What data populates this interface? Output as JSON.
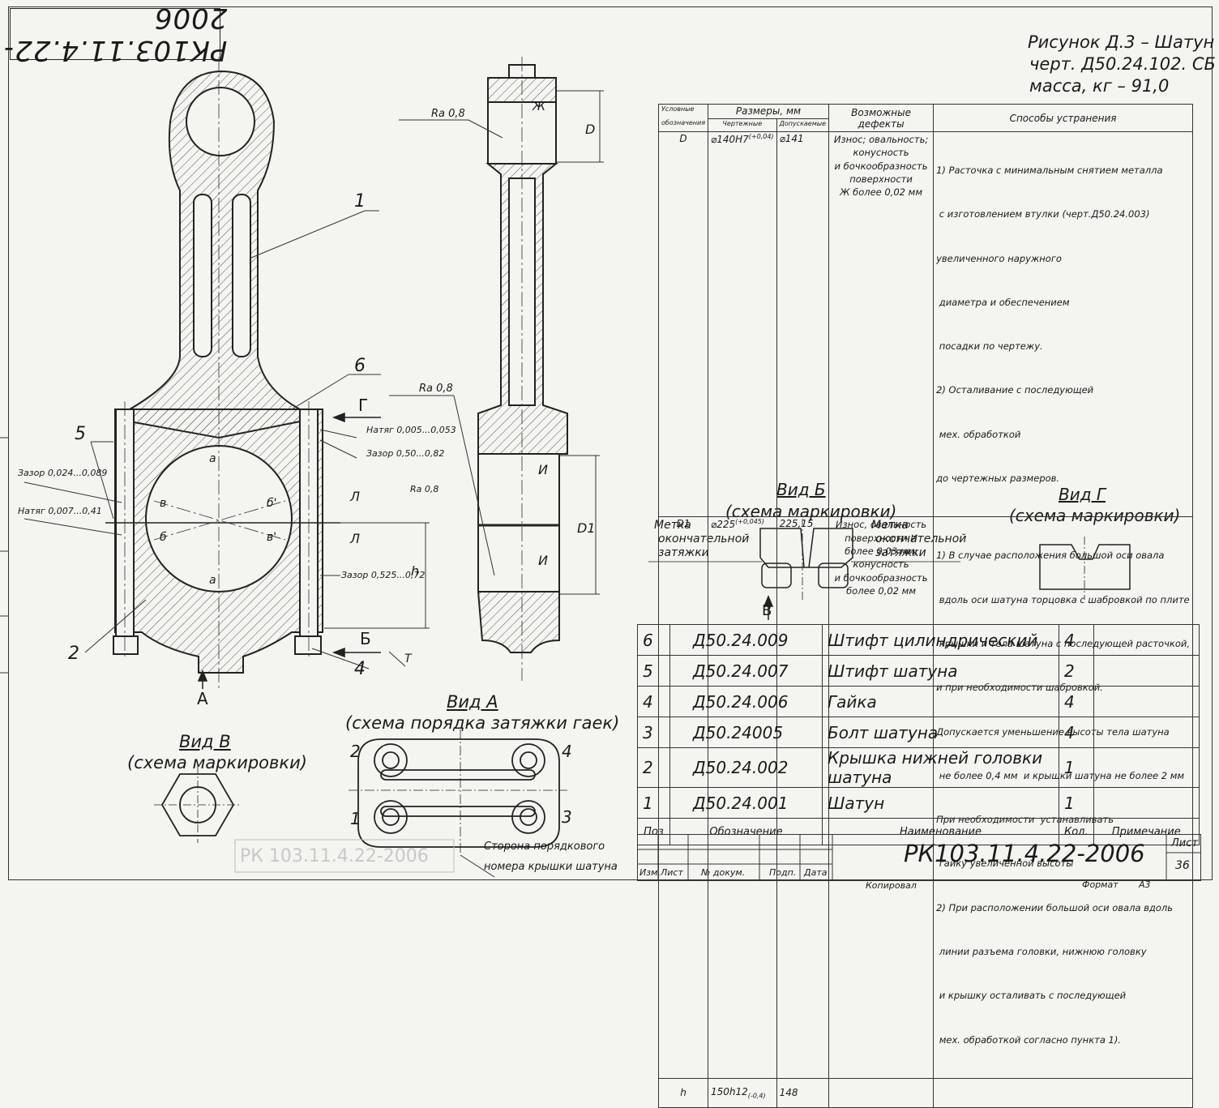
{
  "stamp_code": "РК103.11.4.22-2006",
  "figure": {
    "line1": "Рисунок Д.3 – Шатун",
    "line2": "черт. Д50.24.102. СБ",
    "line3": "масса, кг – 91,0"
  },
  "defects_table": {
    "headers": {
      "designation_line1": "Условные",
      "designation_line2": "обозначения",
      "dimensions": "Размеры, мм",
      "drawing": "Чертежные",
      "allowed": "Допускаемые",
      "defects": "Возможные дефекты",
      "remedies": "Способы устранения"
    },
    "rows": [
      {
        "designation": "D",
        "drawing": "⌀140H7",
        "drawing_tol": "(+0,04)",
        "allowed": "⌀141",
        "defects": [
          "Износ; овальность;",
          "конусность",
          "и бочкообразность",
          "поверхности",
          "Ж более 0,02 мм"
        ],
        "remedies": [
          "1) Расточка с минимальным снятием металла",
          " с изготовлением втулки (черт.Д50.24.003)",
          "увеличенного наружного",
          " диаметра и обеспечением",
          " посадки по чертежу.",
          "2) Осталивание с последующей",
          " мех. обработкой",
          "до чертежных размеров."
        ]
      },
      {
        "designation": "D1",
        "drawing": "⌀225",
        "drawing_tol": "(+0,045)",
        "allowed": "225,15",
        "defects": [
          "Износ, овальность",
          "поверхности И",
          "более 0,03 мм;",
          "конусность",
          "и бочкообразность",
          "более 0,02 мм"
        ],
        "remedies": [
          "1) В случае расположения большой оси овала",
          " вдоль оси шатуна торцовка с шабровкой по плите",
          " крышки и тела шатуна с последующей расточкой,",
          "и при необходимости шабровкой.",
          "Допускается уменьшение высоты тела шатуна",
          " не более 0,4 мм  и крышки шатуна не более 2 мм",
          "При необходимости  устанавливать",
          " гайку увеличенной высоты",
          "2) При расположении большой оси овала вдоль",
          " линии разъема головки, нижнюю головку",
          " и крышку осталивать с последующей",
          " мех. обработкой согласно пункта 1)."
        ]
      },
      {
        "designation": "h",
        "drawing": "150h12",
        "drawing_tol": "(-0,4)",
        "allowed": "148",
        "defects": [],
        "remedies": []
      }
    ]
  },
  "parts_table": {
    "rows": [
      {
        "pos": "6",
        "code": "Д50.24.009",
        "name": "Штифт цилиндрический",
        "qty": "4",
        "note": ""
      },
      {
        "pos": "5",
        "code": "Д50.24.007",
        "name": "Штифт шатуна",
        "qty": "2",
        "note": ""
      },
      {
        "pos": "4",
        "code": "Д50.24.006",
        "name": "Гайка",
        "qty": "4",
        "note": ""
      },
      {
        "pos": "3",
        "code": "Д50.24005",
        "name": "Болт шатуна",
        "qty": "4",
        "note": ""
      },
      {
        "pos": "2",
        "code": "Д50.24.002",
        "name": "Крышка нижней головки шатуна",
        "qty": "1",
        "note": ""
      },
      {
        "pos": "1",
        "code": "Д50.24.001",
        "name": "Шатун",
        "qty": "1",
        "note": ""
      }
    ],
    "header": {
      "pos": "Поз",
      "code": "Обозначение",
      "name": "Наименование",
      "qty": "Кол.",
      "note": "Примечание"
    }
  },
  "title_block": {
    "doc_code": "РК103.11.4.22-2006",
    "sheet_label": "Лист",
    "sheet_no": "36",
    "col_change": "Изм.",
    "col_sheet": "Лист",
    "col_doc": "№ докум.",
    "col_sign": "Подп.",
    "col_date": "Дата",
    "copied": "Копировал",
    "format_label": "Формат",
    "format_value": "А3"
  },
  "annotations": {
    "ra_top": "Ra 0,8",
    "ra_mid": "Ra 0,8",
    "ra_small": "Ra 0,8",
    "natyag_1": "Натяг 0,005...0,053",
    "zazor_1": "Зазор 0,50...0,82",
    "zazor_2": "Зазор 0,525...0,72",
    "zazor_left": "Зазор 0,024...0,089",
    "natyag_left": "Натяг 0,007...0,41",
    "leader_1": "1",
    "leader_2": "2",
    "leader_4": "4",
    "leader_5": "5",
    "leader_6": "6",
    "view_arrow_A": "А",
    "view_arrow_B": "Б",
    "view_arrow_G": "Г",
    "view_arrow_V": "В",
    "section_L1": "Л",
    "section_L2": "Л",
    "dim_h": "h",
    "dim_D": "D",
    "dim_D1": "D1",
    "label_Zh": "Ж",
    "label_I1": "И",
    "label_I2": "И",
    "label_T": "Т",
    "pt_a_top": "а",
    "pt_a_bot": "а",
    "pt_v_left": "в",
    "pt_b_left": "б",
    "pt_b_right": "б'",
    "pt_v_right": "в'"
  },
  "views": {
    "view_b_title": "Вид Б",
    "view_b_sub": "(схема маркировки)",
    "view_g_title": "Вид Г",
    "view_g_sub": "(схема маркировки)",
    "view_a_title": "Вид А",
    "view_a_sub": "(схема порядка затяжки гаек)",
    "view_v_title": "Вид В",
    "view_v_sub": "(схема маркировки)",
    "mark_left_1": "Метка",
    "mark_left_2": "окончательной",
    "mark_left_3": "затяжки",
    "mark_right_1": "Метка",
    "mark_right_2": "окончательной",
    "mark_right_3": "затяжки",
    "order_1": "1",
    "order_2": "2",
    "order_3": "3",
    "order_4": "4",
    "side_note_1": "Сторона порядкового",
    "side_note_2": "номера крышки шатуна"
  },
  "watermark": "РК 103.11.4.22-2006",
  "colors": {
    "line": "#222222",
    "paper": "#f4f4f1",
    "hatch": "#555555"
  }
}
